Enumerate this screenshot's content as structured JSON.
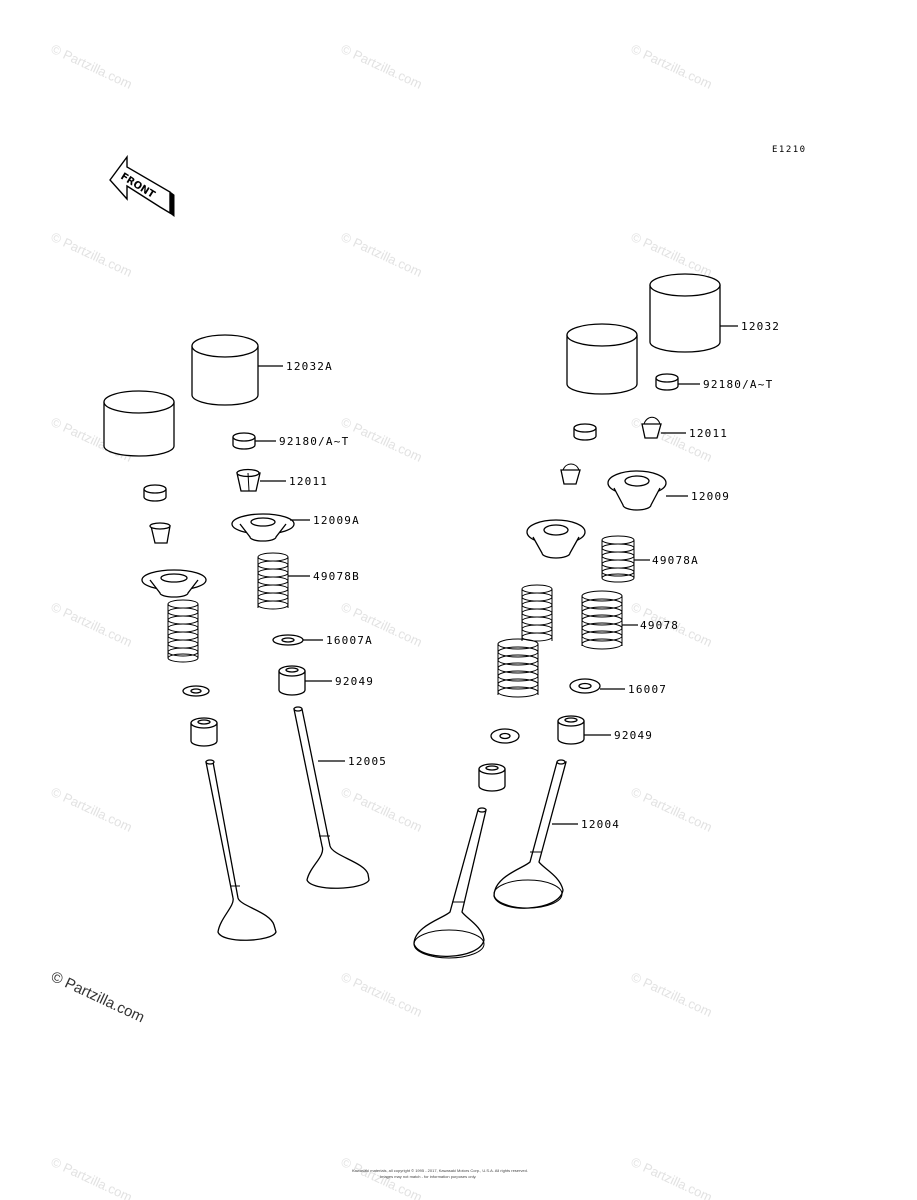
{
  "diagram_code": "E1210",
  "front_label": "FRONT",
  "watermark_text": "© Partzilla.com",
  "footer_lines": [
    "Kawasaki materials, all copyright © 1995 - 2017, Kawasaki Motors Corp., U.S.A. All rights reserved.",
    "Images may not match - for information purposes only."
  ],
  "part_labels": {
    "p12032A": "12032A",
    "p92180L": "92180/A~T",
    "p12011L": "12011",
    "p12009A": "12009A",
    "p49078B": "49078B",
    "p16007A": "16007A",
    "p92049L": "92049",
    "p12005": "12005",
    "p12032": "12032",
    "p92180R": "92180/A~T",
    "p12011R": "12011",
    "p12009": "12009",
    "p49078A": "49078A",
    "p49078": "49078",
    "p16007": "16007",
    "p92049R": "92049",
    "p12004": "12004"
  }
}
